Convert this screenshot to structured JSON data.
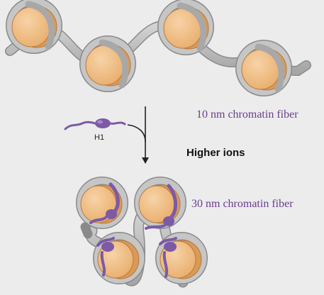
{
  "labels": {
    "fiber_10nm": "10 nm chromatin fiber",
    "fiber_30nm": "30 nm chromatin fiber",
    "h1": "H1",
    "condition": "Higher ions"
  },
  "colors": {
    "background": "#ececec",
    "dna": "#b9b9b9",
    "dna_edge": "#8a8a8a",
    "histone": "#f0c08e",
    "histone_side": "#d99a58",
    "histone_edge": "#b87a3e",
    "h1_protein": "#7c5aa6",
    "label_purple": "#6a3d8f",
    "arrow": "#222222"
  }
}
